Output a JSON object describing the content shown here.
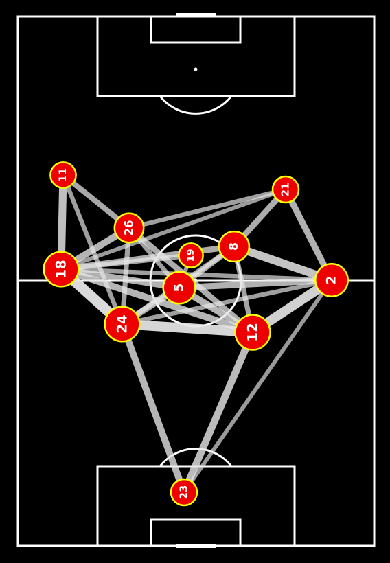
{
  "colors": {
    "background": "#000000",
    "lines": "#ffffff",
    "node_fill": "#ee0000",
    "node_stroke": "#ffff00",
    "node_label": "#ffffff",
    "edge_color": "#e6e6e6"
  },
  "players": [
    {
      "id": "11",
      "label": "11",
      "size": 0.48
    },
    {
      "id": "21",
      "label": "21",
      "size": 0.5
    },
    {
      "id": "26",
      "label": "26",
      "size": 0.62
    },
    {
      "id": "8",
      "label": "8",
      "size": 0.66
    },
    {
      "id": "19",
      "label": "19",
      "size": 0.42
    },
    {
      "id": "18",
      "label": "18",
      "size": 0.85
    },
    {
      "id": "5",
      "label": "5",
      "size": 0.74
    },
    {
      "id": "2",
      "label": "2",
      "size": 0.76
    },
    {
      "id": "24",
      "label": "24",
      "size": 0.85
    },
    {
      "id": "12",
      "label": "12",
      "size": 0.86
    },
    {
      "id": "23",
      "label": "23",
      "size": 0.5
    }
  ],
  "passes": [
    {
      "from": "11",
      "to": "18",
      "weight": 0.7
    },
    {
      "from": "11",
      "to": "26",
      "weight": 0.45
    },
    {
      "from": "11",
      "to": "24",
      "weight": 0.35
    },
    {
      "from": "18",
      "to": "26",
      "weight": 0.6
    },
    {
      "from": "18",
      "to": "24",
      "weight": 1.0
    },
    {
      "from": "18",
      "to": "5",
      "weight": 0.55
    },
    {
      "from": "18",
      "to": "8",
      "weight": 0.5
    },
    {
      "from": "18",
      "to": "19",
      "weight": 0.4
    },
    {
      "from": "18",
      "to": "2",
      "weight": 0.35
    },
    {
      "from": "18",
      "to": "12",
      "weight": 0.6
    },
    {
      "from": "18",
      "to": "21",
      "weight": 0.3
    },
    {
      "from": "26",
      "to": "24",
      "weight": 0.4
    },
    {
      "from": "26",
      "to": "12",
      "weight": 0.5
    },
    {
      "from": "26",
      "to": "21",
      "weight": 0.35
    },
    {
      "from": "26",
      "to": "5",
      "weight": 0.35
    },
    {
      "from": "8",
      "to": "2",
      "weight": 0.75
    },
    {
      "from": "8",
      "to": "5",
      "weight": 0.45
    },
    {
      "from": "8",
      "to": "12",
      "weight": 0.4
    },
    {
      "from": "8",
      "to": "21",
      "weight": 0.5
    },
    {
      "from": "8",
      "to": "24",
      "weight": 0.4
    },
    {
      "from": "21",
      "to": "2",
      "weight": 0.55
    },
    {
      "from": "2",
      "to": "5",
      "weight": 0.55
    },
    {
      "from": "2",
      "to": "12",
      "weight": 0.9
    },
    {
      "from": "2",
      "to": "24",
      "weight": 0.35
    },
    {
      "from": "2",
      "to": "23",
      "weight": 0.3
    },
    {
      "from": "5",
      "to": "24",
      "weight": 0.55
    },
    {
      "from": "5",
      "to": "12",
      "weight": 0.6
    },
    {
      "from": "24",
      "to": "12",
      "weight": 0.95
    },
    {
      "from": "24",
      "to": "23",
      "weight": 0.6
    },
    {
      "from": "12",
      "to": "23",
      "weight": 0.65
    },
    {
      "from": "19",
      "to": "5",
      "weight": 0.3
    }
  ]
}
